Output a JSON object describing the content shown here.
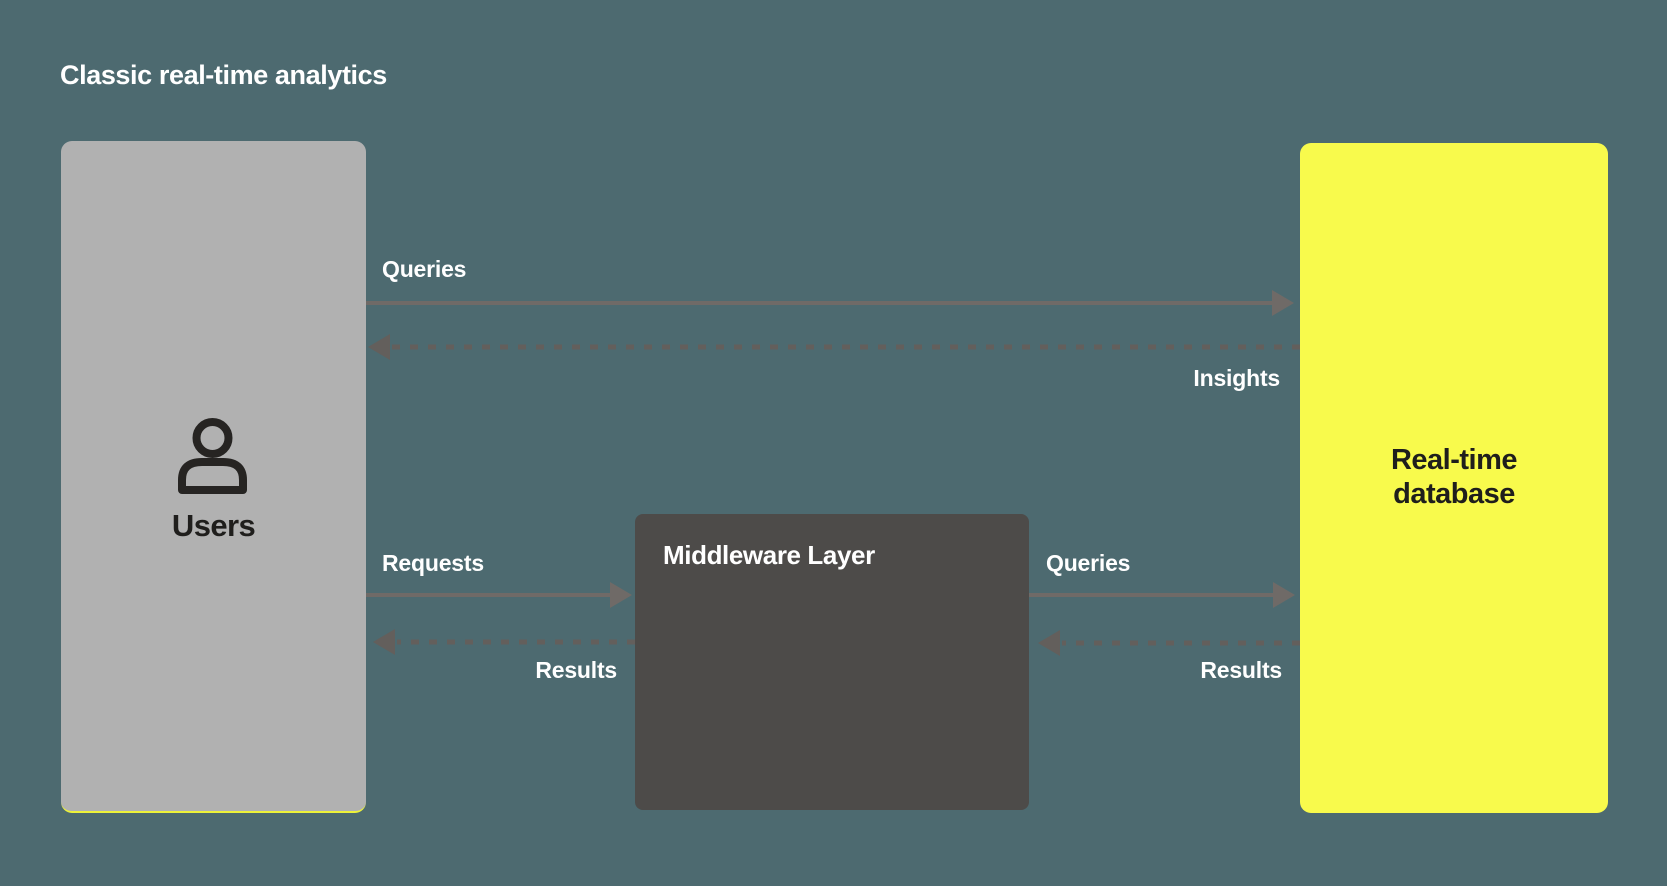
{
  "title": "Classic real-time analytics",
  "colors": {
    "background": "#4d6a70",
    "users_bg": "#b1b1b1",
    "users_accent": "#edf239",
    "middleware_bg": "#4d4b49",
    "database_bg": "#f8fa4c",
    "node_dark_text": "#1f1e1c",
    "light_text": "#ffffff",
    "arrow_solid": "#6f6a67",
    "arrow_dashed": "#635f5c",
    "icon_stroke": "#262422"
  },
  "nodes": {
    "users": {
      "label": "Users",
      "icon": "person-icon"
    },
    "middleware": {
      "label": "Middleware Layer"
    },
    "database": {
      "label": "Real-time database"
    }
  },
  "edges": [
    {
      "from": "users",
      "to": "database",
      "label": "Queries",
      "style": "solid",
      "direction": "right"
    },
    {
      "from": "database",
      "to": "users",
      "label": "Insights",
      "style": "dashed",
      "direction": "left"
    },
    {
      "from": "users",
      "to": "middleware",
      "label": "Requests",
      "style": "solid",
      "direction": "right"
    },
    {
      "from": "middleware",
      "to": "users",
      "label": "Results",
      "style": "dashed",
      "direction": "left"
    },
    {
      "from": "middleware",
      "to": "database",
      "label": "Queries",
      "style": "solid",
      "direction": "right"
    },
    {
      "from": "database",
      "to": "middleware",
      "label": "Results",
      "style": "dashed",
      "direction": "left"
    }
  ]
}
